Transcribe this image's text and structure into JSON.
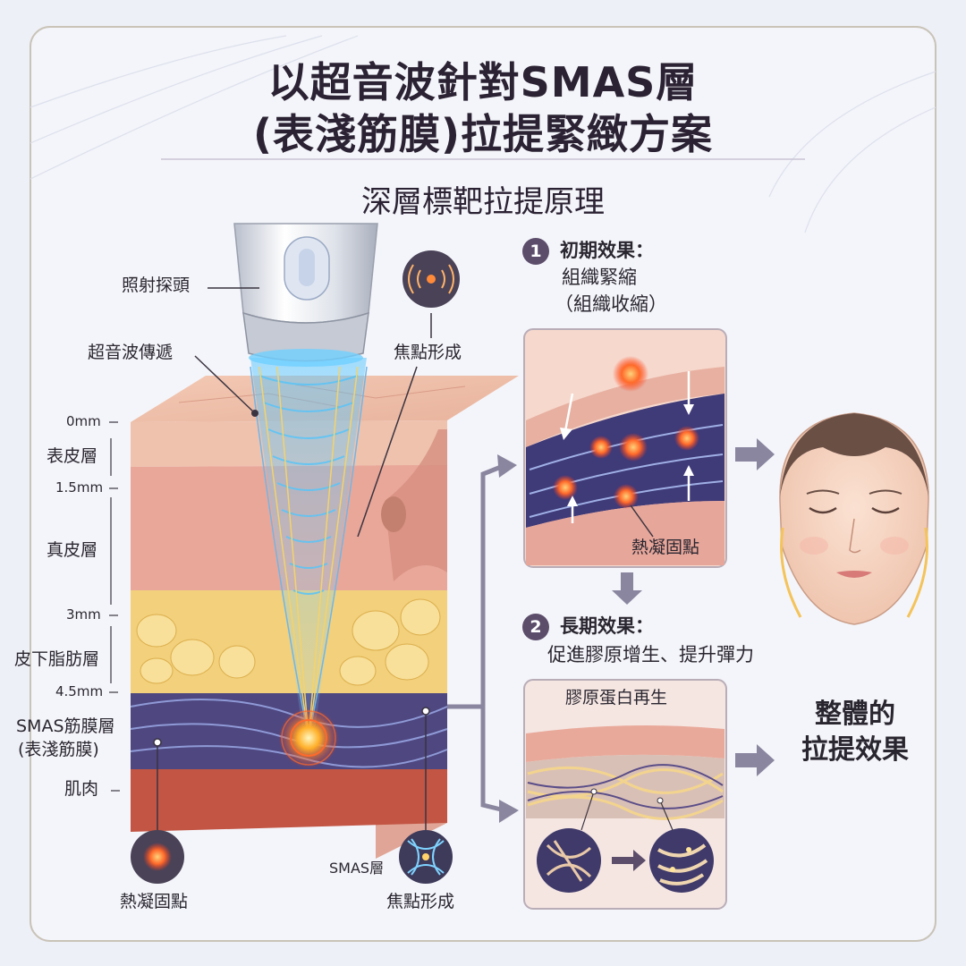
{
  "title": {
    "line1": "以超音波針對SMAS層",
    "line2": "(表淺筋膜)拉提緊緻方案"
  },
  "subtitle": "深層標靶拉提原理",
  "labels": {
    "probe": "照射探頭",
    "transmission": "超音波傳遞",
    "focal_top": "焦點形成",
    "focal_bottom": "焦點形成",
    "smas_small": "SMAS層",
    "thermal_bottom": "熱凝固點",
    "thermal_panel": "熱凝固點"
  },
  "layers": {
    "epidermis": "表皮層",
    "dermis": "真皮層",
    "subcutaneous": "皮下脂肪層",
    "smas_line1": "SMAS筋膜層",
    "smas_line2": "(表淺筋膜)",
    "muscle": "肌肉"
  },
  "depths": {
    "d0": "0mm",
    "d1": "1.5mm",
    "d2": "3mm",
    "d3": "4.5mm"
  },
  "step1": {
    "num": "1",
    "title": "初期效果：",
    "line2": "組織緊縮",
    "line3": "（組織收縮）"
  },
  "step2": {
    "num": "2",
    "title": "長期效果：",
    "line2": "促進膠原增生、提升彈力"
  },
  "panel2_title": "膠原蛋白再生",
  "result": {
    "line1": "整體的",
    "line2": "拉提效果"
  },
  "colors": {
    "accent_arrow": "#8a86a0",
    "badge": "#5c4d6b",
    "heat": "#ff5a2a",
    "beam": "#6fc6f0",
    "smas": "#4e4780",
    "fat": "#f3d27a",
    "skin": "#e9a99a"
  }
}
